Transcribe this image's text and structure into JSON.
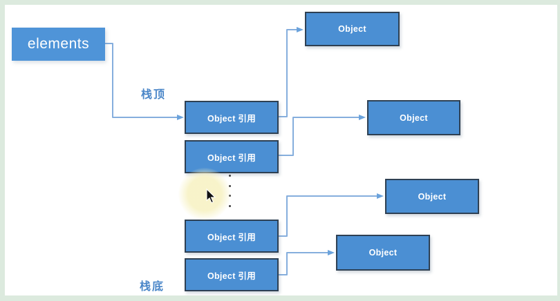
{
  "colors": {
    "frame": "#dceade",
    "canvas": "#ffffff",
    "box-fill": "#4b8fd3",
    "box-border": "#2e4053",
    "elements-fill": "#4f94d8",
    "line": "#85aedd",
    "arrow": "#6ba3dc",
    "label": "#4a86c8",
    "halo": "#f7f2c4"
  },
  "labels": {
    "stack_top": "栈顶",
    "stack_bottom": "栈底"
  },
  "elements_box": {
    "label": "elements"
  },
  "ref_boxes": [
    {
      "label": "Object 引用"
    },
    {
      "label": "Object 引用"
    },
    {
      "label": "Object 引用"
    },
    {
      "label": "Object 引用"
    }
  ],
  "object_boxes": [
    {
      "label": "Object"
    },
    {
      "label": "Object"
    },
    {
      "label": "Object"
    },
    {
      "label": "Object"
    }
  ],
  "dots": {
    "glyph": "·",
    "count": 4
  }
}
